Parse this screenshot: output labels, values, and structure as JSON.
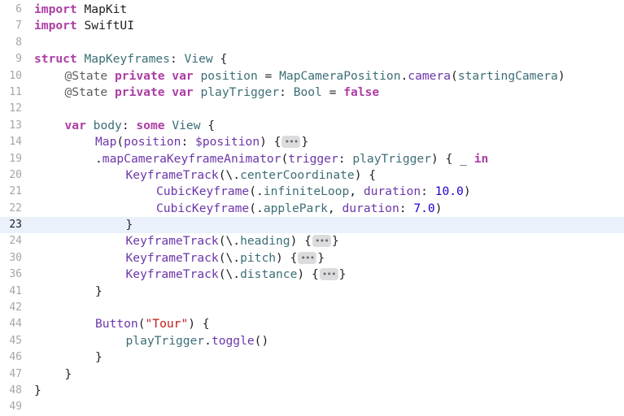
{
  "editor": {
    "current_line": "23",
    "lines": [
      {
        "n": "6",
        "indent": 0,
        "tokens": [
          [
            "keyword",
            "import"
          ],
          [
            "plain",
            " MapKit"
          ]
        ]
      },
      {
        "n": "7",
        "indent": 0,
        "tokens": [
          [
            "keyword",
            "import"
          ],
          [
            "plain",
            " SwiftUI"
          ]
        ]
      },
      {
        "n": "8",
        "indent": 0,
        "tokens": []
      },
      {
        "n": "9",
        "indent": 0,
        "tokens": [
          [
            "keyword",
            "struct"
          ],
          [
            "plain",
            " "
          ],
          [
            "type",
            "MapKeyframes"
          ],
          [
            "plain",
            ": "
          ],
          [
            "type",
            "View"
          ],
          [
            "plain",
            " {"
          ]
        ]
      },
      {
        "n": "10",
        "indent": 1,
        "tokens": [
          [
            "attr",
            "@State"
          ],
          [
            "plain",
            " "
          ],
          [
            "keyword",
            "private var"
          ],
          [
            "plain",
            " "
          ],
          [
            "prop",
            "position"
          ],
          [
            "plain",
            " = "
          ],
          [
            "type",
            "MapCameraPosition"
          ],
          [
            "plain",
            "."
          ],
          [
            "func",
            "camera"
          ],
          [
            "plain",
            "("
          ],
          [
            "prop",
            "startingCamera"
          ],
          [
            "plain",
            ")"
          ]
        ]
      },
      {
        "n": "11",
        "indent": 1,
        "tokens": [
          [
            "attr",
            "@State"
          ],
          [
            "plain",
            " "
          ],
          [
            "keyword",
            "private var"
          ],
          [
            "plain",
            " "
          ],
          [
            "prop",
            "playTrigger"
          ],
          [
            "plain",
            ": "
          ],
          [
            "type",
            "Bool"
          ],
          [
            "plain",
            " = "
          ],
          [
            "keyword",
            "false"
          ]
        ]
      },
      {
        "n": "12",
        "indent": 0,
        "tokens": []
      },
      {
        "n": "13",
        "indent": 1,
        "tokens": [
          [
            "keyword",
            "var"
          ],
          [
            "plain",
            " "
          ],
          [
            "prop",
            "body"
          ],
          [
            "plain",
            ": "
          ],
          [
            "keyword",
            "some"
          ],
          [
            "plain",
            " "
          ],
          [
            "type",
            "View"
          ],
          [
            "plain",
            " {"
          ]
        ]
      },
      {
        "n": "14",
        "indent": 2,
        "tokens": [
          [
            "func",
            "Map"
          ],
          [
            "plain",
            "("
          ],
          [
            "func",
            "position"
          ],
          [
            "plain",
            ": "
          ],
          [
            "var",
            "$position"
          ],
          [
            "plain",
            ") {"
          ],
          [
            "fold",
            "•••"
          ],
          [
            "plain",
            "}"
          ]
        ]
      },
      {
        "n": "19",
        "indent": 2,
        "tokens": [
          [
            "plain",
            "."
          ],
          [
            "func",
            "mapCameraKeyframeAnimator"
          ],
          [
            "plain",
            "("
          ],
          [
            "func",
            "trigger"
          ],
          [
            "plain",
            ": "
          ],
          [
            "prop",
            "playTrigger"
          ],
          [
            "plain",
            ") { _ "
          ],
          [
            "keyword",
            "in"
          ]
        ]
      },
      {
        "n": "20",
        "indent": 3,
        "tokens": [
          [
            "func",
            "KeyframeTrack"
          ],
          [
            "plain",
            "(\\."
          ],
          [
            "prop",
            "centerCoordinate"
          ],
          [
            "plain",
            ") {"
          ]
        ]
      },
      {
        "n": "21",
        "indent": 4,
        "tokens": [
          [
            "func",
            "CubicKeyframe"
          ],
          [
            "plain",
            "(."
          ],
          [
            "prop",
            "infiniteLoop"
          ],
          [
            "plain",
            ", "
          ],
          [
            "func",
            "duration"
          ],
          [
            "plain",
            ": "
          ],
          [
            "number",
            "10.0"
          ],
          [
            "plain",
            ")"
          ]
        ]
      },
      {
        "n": "22",
        "indent": 4,
        "tokens": [
          [
            "func",
            "CubicKeyframe"
          ],
          [
            "plain",
            "(."
          ],
          [
            "prop",
            "applePark"
          ],
          [
            "plain",
            ", "
          ],
          [
            "func",
            "duration"
          ],
          [
            "plain",
            ": "
          ],
          [
            "number",
            "7.0"
          ],
          [
            "plain",
            ")"
          ]
        ]
      },
      {
        "n": "23",
        "indent": 3,
        "tokens": [
          [
            "plain",
            "}"
          ]
        ]
      },
      {
        "n": "24",
        "indent": 3,
        "tokens": [
          [
            "func",
            "KeyframeTrack"
          ],
          [
            "plain",
            "(\\."
          ],
          [
            "prop",
            "heading"
          ],
          [
            "plain",
            ") {"
          ],
          [
            "fold",
            "•••"
          ],
          [
            "plain",
            "}"
          ]
        ]
      },
      {
        "n": "30",
        "indent": 3,
        "tokens": [
          [
            "func",
            "KeyframeTrack"
          ],
          [
            "plain",
            "(\\."
          ],
          [
            "prop",
            "pitch"
          ],
          [
            "plain",
            ") {"
          ],
          [
            "fold",
            "•••"
          ],
          [
            "plain",
            "}"
          ]
        ]
      },
      {
        "n": "36",
        "indent": 3,
        "tokens": [
          [
            "func",
            "KeyframeTrack"
          ],
          [
            "plain",
            "(\\."
          ],
          [
            "prop",
            "distance"
          ],
          [
            "plain",
            ") {"
          ],
          [
            "fold",
            "•••"
          ],
          [
            "plain",
            "}"
          ]
        ]
      },
      {
        "n": "41",
        "indent": 2,
        "tokens": [
          [
            "plain",
            "}"
          ]
        ]
      },
      {
        "n": "42",
        "indent": 0,
        "tokens": []
      },
      {
        "n": "44",
        "indent": 2,
        "tokens": [
          [
            "func",
            "Button"
          ],
          [
            "plain",
            "("
          ],
          [
            "string",
            "\"Tour\""
          ],
          [
            "plain",
            ") {"
          ]
        ]
      },
      {
        "n": "45",
        "indent": 3,
        "tokens": [
          [
            "prop",
            "playTrigger"
          ],
          [
            "plain",
            "."
          ],
          [
            "func",
            "toggle"
          ],
          [
            "plain",
            "()"
          ]
        ]
      },
      {
        "n": "46",
        "indent": 2,
        "tokens": [
          [
            "plain",
            "}"
          ]
        ]
      },
      {
        "n": "47",
        "indent": 1,
        "tokens": [
          [
            "plain",
            "}"
          ]
        ]
      },
      {
        "n": "48",
        "indent": 0,
        "tokens": [
          [
            "plain",
            "}"
          ]
        ]
      },
      {
        "n": "49",
        "indent": 0,
        "tokens": []
      }
    ]
  }
}
